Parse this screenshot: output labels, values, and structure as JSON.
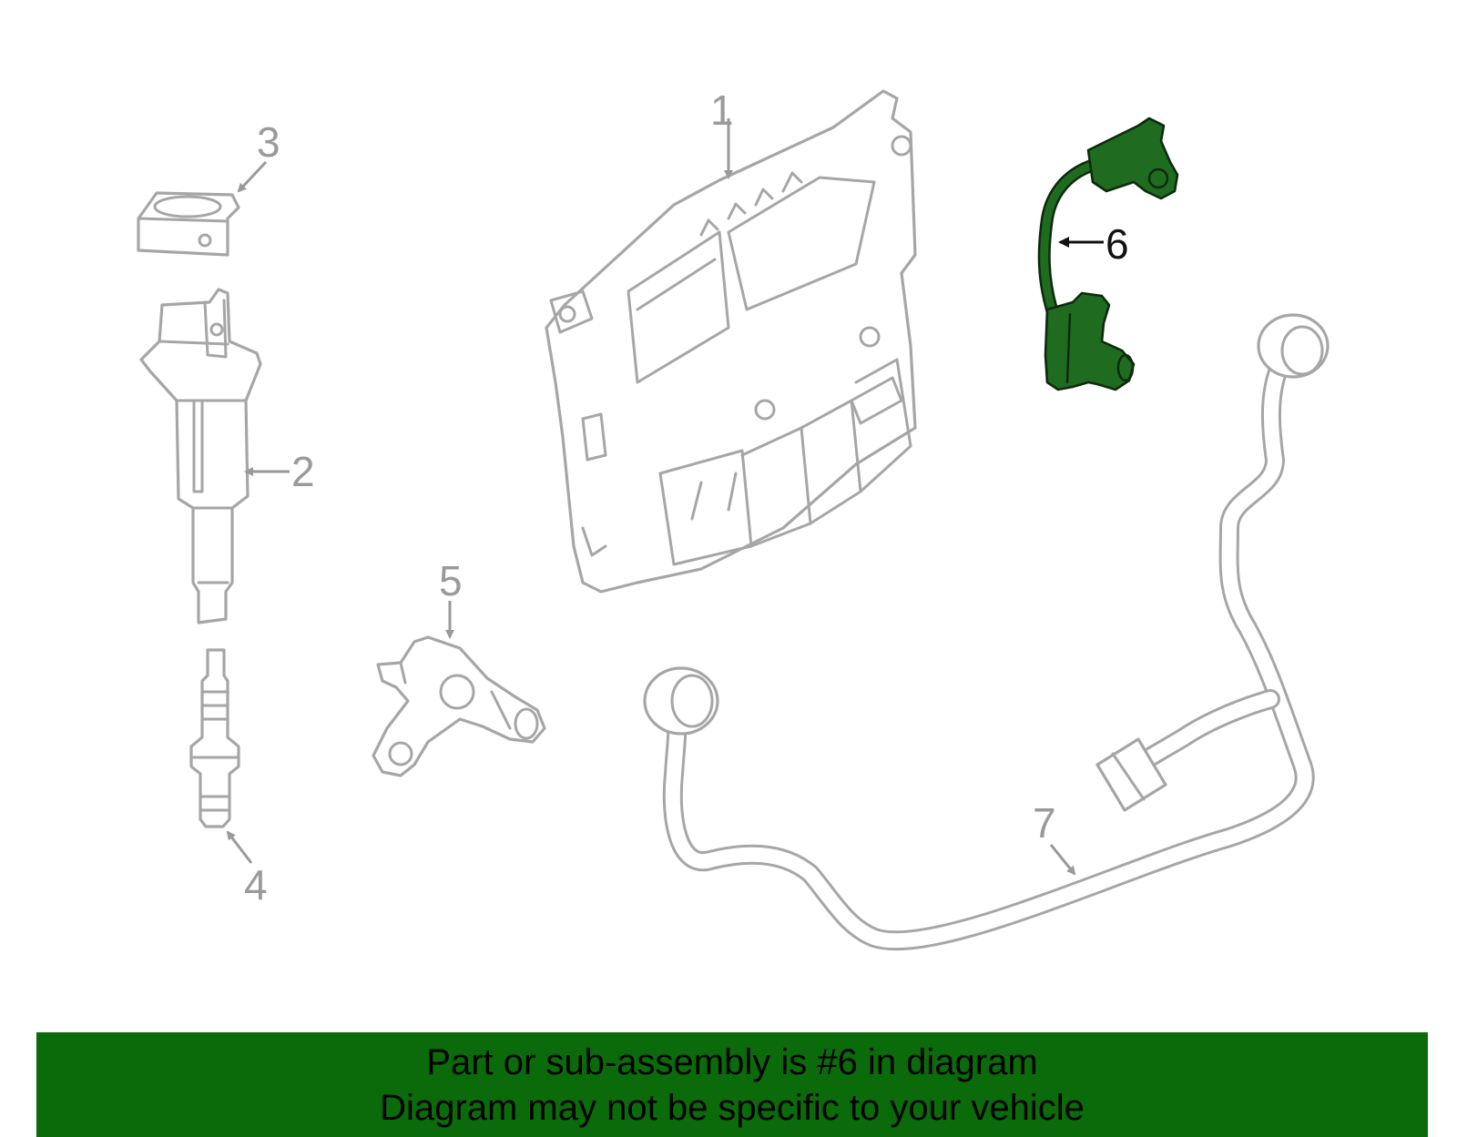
{
  "diagram": {
    "highlight_color": "#1f6b1f",
    "outline_color": "#a6a6a6",
    "callouts": [
      {
        "id": "1",
        "label": "1"
      },
      {
        "id": "2",
        "label": "2"
      },
      {
        "id": "3",
        "label": "3"
      },
      {
        "id": "4",
        "label": "4"
      },
      {
        "id": "5",
        "label": "5"
      },
      {
        "id": "6",
        "label": "6",
        "highlighted": true
      },
      {
        "id": "7",
        "label": "7"
      }
    ]
  },
  "banner": {
    "background": "#0b6b0b",
    "line1": "Part or sub-assembly is #6 in diagram",
    "line2": "Diagram may not be specific to your vehicle"
  }
}
